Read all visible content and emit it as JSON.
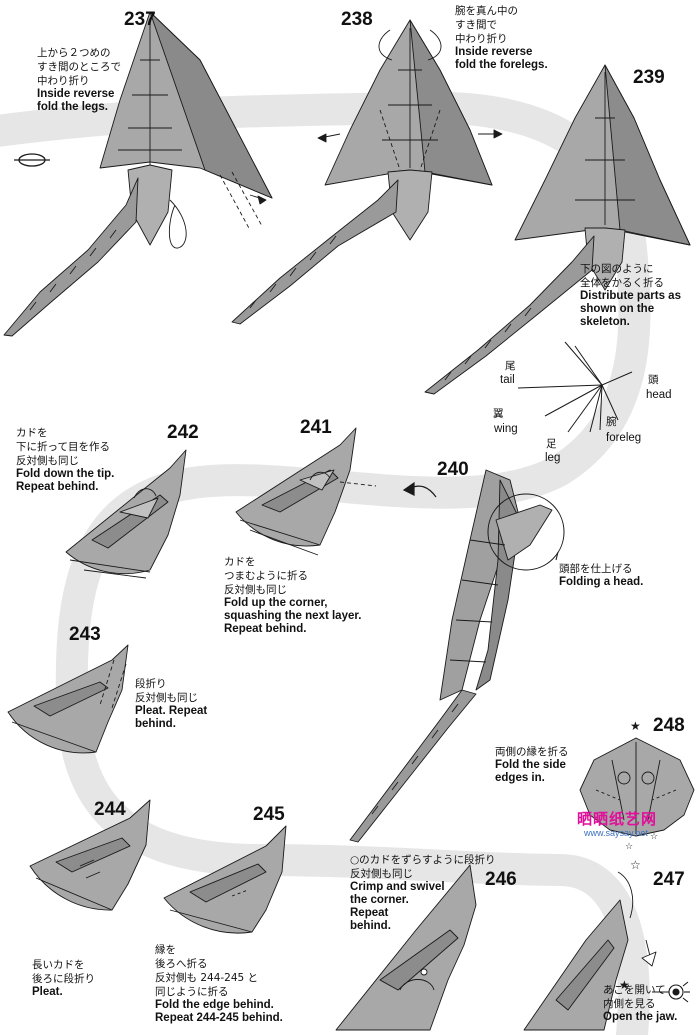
{
  "steps": [
    {
      "num": "237",
      "jp": [
        "上から２つめの",
        "すき間のところで",
        "中わり折り"
      ],
      "en": [
        "Inside reverse",
        "fold the legs."
      ]
    },
    {
      "num": "238",
      "jp": [
        "腕を真ん中の",
        "すき間で",
        "中わり折り"
      ],
      "en": [
        "Inside reverse",
        "fold the forelegs."
      ]
    },
    {
      "num": "239",
      "jp": [
        "下の図のように",
        "全体をかるく折る"
      ],
      "en": [
        "Distribute parts as",
        "shown on the",
        "skeleton."
      ]
    },
    {
      "num": "240",
      "jp": [
        "頭部を仕上げる"
      ],
      "en": [
        "Folding a head."
      ]
    },
    {
      "num": "241",
      "jp": [
        "カドを",
        "つまむように折る",
        "反対側も同じ"
      ],
      "en": [
        "Fold up the corner,",
        "squashing the next layer.",
        "Repeat behind."
      ]
    },
    {
      "num": "242",
      "jp": [
        "カドを",
        "下に折って目を作る",
        "反対側も同じ"
      ],
      "en": [
        "Fold down the tip.",
        "Repeat behind."
      ]
    },
    {
      "num": "243",
      "jp": [
        "段折り",
        "反対側も同じ"
      ],
      "en": [
        "Pleat. Repeat",
        "behind."
      ]
    },
    {
      "num": "244",
      "jp": [
        "長いカドを",
        "後ろに段折り"
      ],
      "en": [
        "Pleat."
      ]
    },
    {
      "num": "245",
      "jp": [
        "縁を",
        "後ろへ折る",
        "反対側も 244-245 と",
        "同じように折る"
      ],
      "en": [
        "Fold the edge behind.",
        "Repeat 244-245 behind."
      ]
    },
    {
      "num": "246",
      "jp": [
        "○のカドをずらすように段折り",
        "反対側も同じ"
      ],
      "en": [
        "Crimp and swivel",
        "the corner.",
        "Repeat",
        "behind."
      ]
    },
    {
      "num": "247",
      "jp": [
        "あごを開いて",
        "内側を見る"
      ],
      "en": [
        "Open the jaw."
      ]
    },
    {
      "num": "248",
      "jp": [
        "両側の縁を折る"
      ],
      "en": [
        "Fold the side",
        "edges in."
      ]
    }
  ],
  "skeleton": {
    "tail": {
      "jp": "尾",
      "en": "tail"
    },
    "head": {
      "jp": "頭",
      "en": "head"
    },
    "wing": {
      "jp": "翼",
      "en": "wing"
    },
    "leg": {
      "jp": "足",
      "en": "leg"
    },
    "foreleg": {
      "jp": "腕",
      "en": "foreleg"
    }
  },
  "watermark": {
    "main": "晒晒纸艺网",
    "url": "www.saysay.net"
  },
  "colors": {
    "paper": "#a4a4a4",
    "paper_dark": "#6c6c6c",
    "band": "#e6e6e6",
    "line": "#1a1a1a",
    "watermark": "#e0109a",
    "watermark_url": "#3c6fbf"
  }
}
